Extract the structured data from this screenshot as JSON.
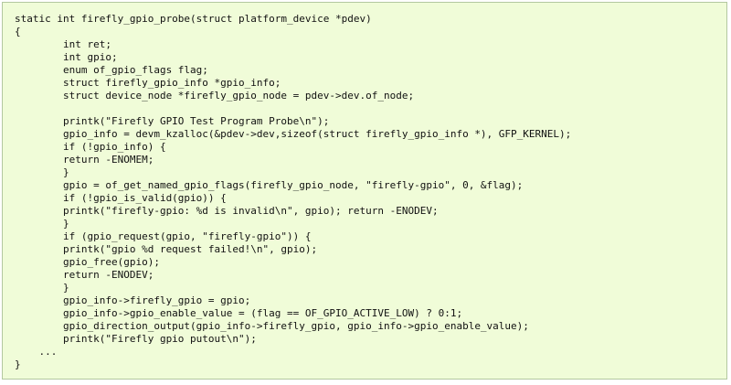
{
  "code": {
    "lines": [
      "static int firefly_gpio_probe(struct platform_device *pdev)",
      "{",
      "        int ret;",
      "        int gpio;",
      "        enum of_gpio_flags flag;",
      "        struct firefly_gpio_info *gpio_info;",
      "        struct device_node *firefly_gpio_node = pdev->dev.of_node;",
      "",
      "        printk(\"Firefly GPIO Test Program Probe\\n\");",
      "        gpio_info = devm_kzalloc(&pdev->dev,sizeof(struct firefly_gpio_info *), GFP_KERNEL);",
      "        if (!gpio_info) {",
      "        return -ENOMEM;",
      "        }",
      "        gpio = of_get_named_gpio_flags(firefly_gpio_node, \"firefly-gpio\", 0, &flag);",
      "        if (!gpio_is_valid(gpio)) {",
      "        printk(\"firefly-gpio: %d is invalid\\n\", gpio); return -ENODEV;",
      "        }",
      "        if (gpio_request(gpio, \"firefly-gpio\")) {",
      "        printk(\"gpio %d request failed!\\n\", gpio);",
      "        gpio_free(gpio);",
      "        return -ENODEV;",
      "        }",
      "        gpio_info->firefly_gpio = gpio;",
      "        gpio_info->gpio_enable_value = (flag == OF_GPIO_ACTIVE_LOW) ? 0:1;",
      "        gpio_direction_output(gpio_info->firefly_gpio, gpio_info->gpio_enable_value);",
      "        printk(\"Firefly gpio putout\\n\");",
      "    ...",
      "}"
    ]
  }
}
